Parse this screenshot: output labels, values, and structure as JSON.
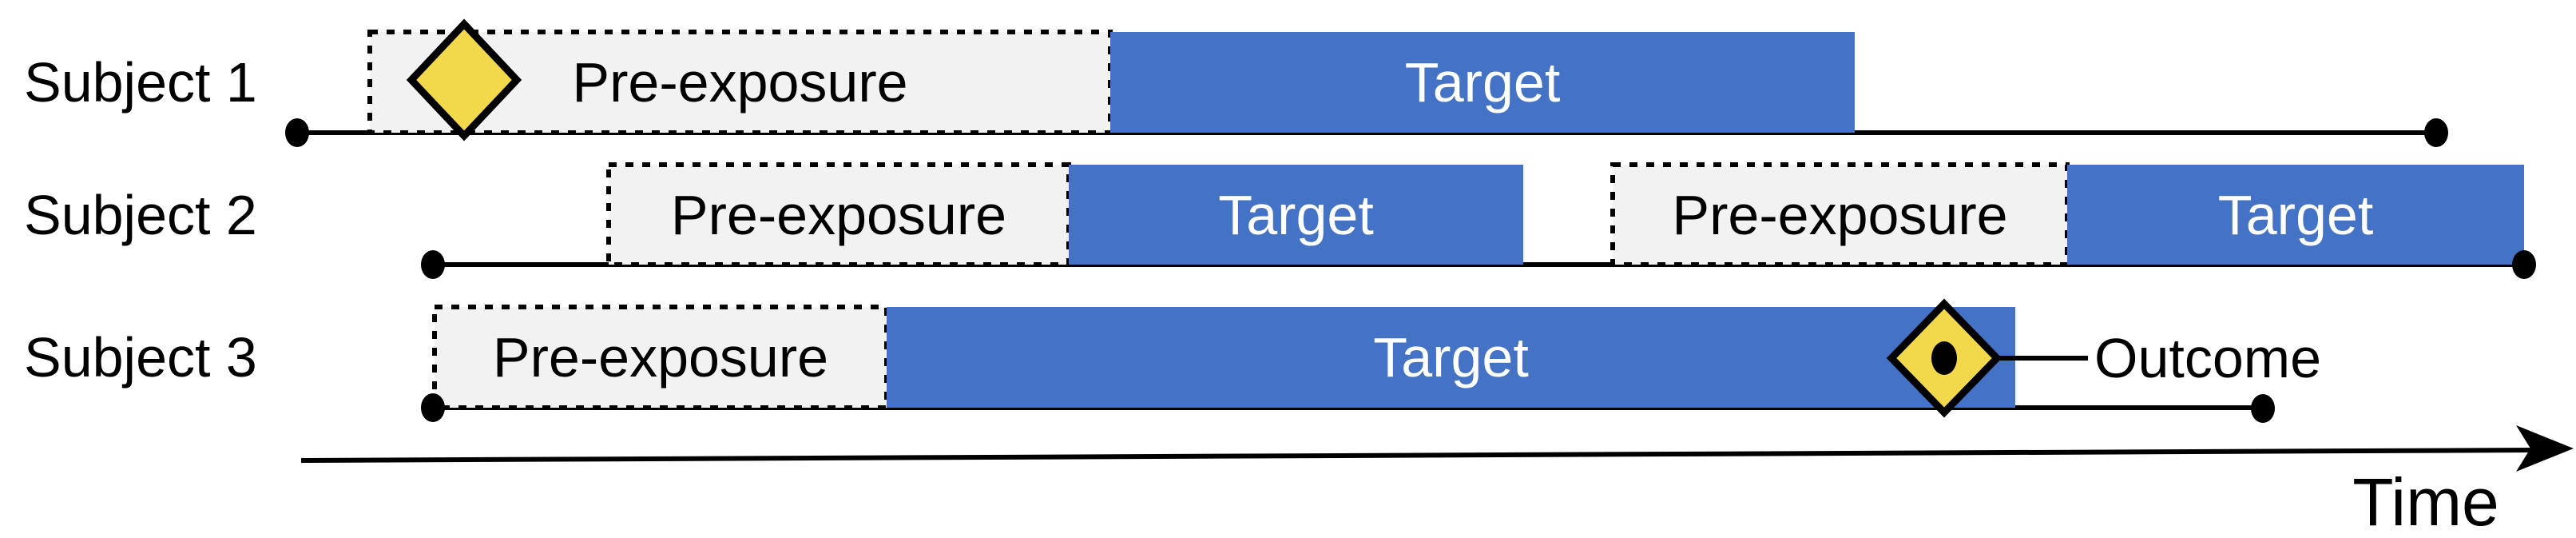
{
  "diagram_type": "subject-exposure-timeline",
  "rows": [
    {
      "label": "Subject 1",
      "boxes": [
        {
          "kind": "pre-exposure",
          "label": "Pre-exposure"
        },
        {
          "kind": "target",
          "label": "Target"
        }
      ],
      "marker": "exposure-diamond"
    },
    {
      "label": "Subject 2",
      "boxes": [
        {
          "kind": "pre-exposure",
          "label": "Pre-exposure"
        },
        {
          "kind": "target",
          "label": "Target"
        },
        {
          "kind": "pre-exposure",
          "label": "Pre-exposure"
        },
        {
          "kind": "target",
          "label": "Target"
        }
      ]
    },
    {
      "label": "Subject 3",
      "boxes": [
        {
          "kind": "pre-exposure",
          "label": "Pre-exposure"
        },
        {
          "kind": "target",
          "label": "Target"
        }
      ],
      "marker": "outcome-diamond"
    }
  ],
  "annotations": {
    "outcome_label": "Outcome"
  },
  "axis": {
    "label": "Time",
    "direction": "right"
  },
  "icons": {
    "exposure_marker": "diamond",
    "outcome_marker": "diamond-with-dot",
    "axis_arrow": "right-arrowhead",
    "timeline_endpoint": "filled-dot"
  },
  "colors": {
    "target_fill": "#4472C4",
    "target_text": "#FFFFFF",
    "preexposure_fill": "#F2F2F2",
    "preexposure_text": "#000000",
    "marker_fill": "#F2D94C",
    "line_color": "#000000"
  }
}
